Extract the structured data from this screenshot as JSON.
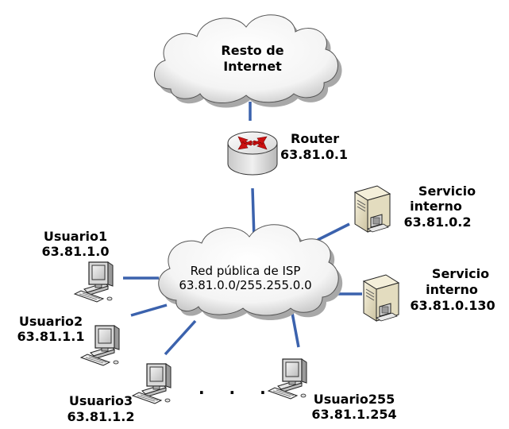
{
  "internet_cloud": {
    "line1": "Resto de",
    "line2": "Internet"
  },
  "router": {
    "name": "Router",
    "ip": "63.81.0.1"
  },
  "isp_cloud": {
    "line1": "Red pública de ISP",
    "line2": "63.81.0.0/255.255.0.0"
  },
  "servers": [
    {
      "line1": "Servicio",
      "line2": "interno",
      "ip": "63.81.0.2"
    },
    {
      "line1": "Servicio",
      "line2": "interno",
      "ip": "63.81.0.130"
    }
  ],
  "users": [
    {
      "name": "Usuario1",
      "ip": "63.81.1.0"
    },
    {
      "name": "Usuario2",
      "ip": "63.81.1.1"
    },
    {
      "name": "Usuario3",
      "ip": "63.81.1.2"
    },
    {
      "name": "Usuario255",
      "ip": "63.81.1.254"
    }
  ],
  "ellipsis": ". . .",
  "colors": {
    "link": "#3b62ad",
    "router_arrows": "#cc1111",
    "cloud_fill": "#ffffff",
    "cloud_shadow": "#9a9a9a"
  }
}
